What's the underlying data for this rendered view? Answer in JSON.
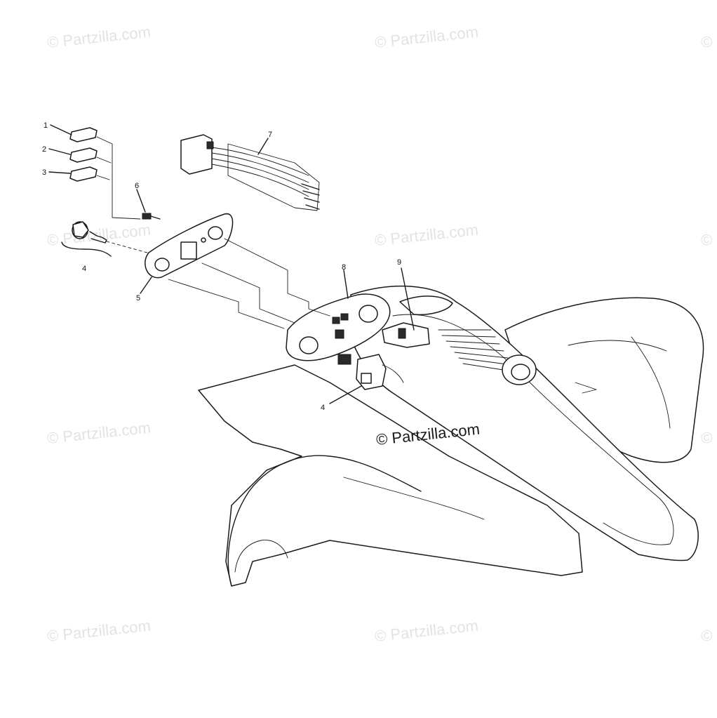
{
  "watermark": "© Partzilla.com",
  "center_watermark": "© Partzilla.com",
  "callouts": {
    "c1": "1",
    "c2": "2",
    "c3": "3",
    "c4_left": "4",
    "c5": "5",
    "c6": "6",
    "c7": "7",
    "c8": "8",
    "c9": "9",
    "c4_right": "4"
  },
  "colors": {
    "ink": "#1a1a1a",
    "watermark": "#e3e3e3",
    "background": "#ffffff"
  }
}
